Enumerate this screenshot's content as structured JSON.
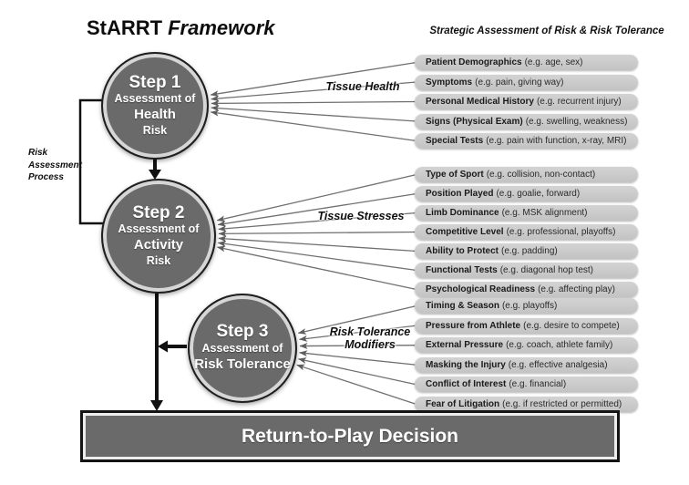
{
  "title": {
    "brand": "StARRT",
    "suffix": "Framework"
  },
  "subtitle": "Strategic Assessment of Risk & Risk Tolerance",
  "process_label": "Risk Assessment Process",
  "decision_label": "Return-to-Play Decision",
  "steps": [
    {
      "step": "Step 1",
      "line1": "Assessment of",
      "line2": "Health",
      "line3": "Risk"
    },
    {
      "step": "Step 2",
      "line1": "Assessment of",
      "line2": "Activity",
      "line3": "Risk"
    },
    {
      "step": "Step 3",
      "line1": "Assessment of",
      "line2": "Risk Tolerance",
      "line3": ""
    }
  ],
  "groups": [
    {
      "label": "Tissue Health",
      "items": [
        {
          "term": "Patient Demographics",
          "example": "(e.g. age, sex)"
        },
        {
          "term": "Symptoms",
          "example": "(e.g. pain, giving way)"
        },
        {
          "term": "Personal Medical History",
          "example": "(e.g. recurrent injury)"
        },
        {
          "term": "Signs (Physical Exam)",
          "example": "(e.g. swelling, weakness)"
        },
        {
          "term": "Special Tests",
          "example": "(e.g. pain with function, x-ray, MRI)"
        }
      ]
    },
    {
      "label": "Tissue Stresses",
      "items": [
        {
          "term": "Type of Sport",
          "example": "(e.g. collision, non-contact)"
        },
        {
          "term": "Position Played",
          "example": "(e.g. goalie, forward)"
        },
        {
          "term": "Limb Dominance",
          "example": "(e.g. MSK alignment)"
        },
        {
          "term": "Competitive Level",
          "example": "(e.g. professional, playoffs)"
        },
        {
          "term": "Ability to Protect",
          "example": "(e.g. padding)"
        },
        {
          "term": "Functional Tests",
          "example": "(e.g. diagonal hop test)"
        },
        {
          "term": "Psychological Readiness",
          "example": "(e.g. affecting play)"
        }
      ]
    },
    {
      "label": "Risk Tolerance Modifiers",
      "items": [
        {
          "term": "Timing & Season",
          "example": "(e.g. playoffs)"
        },
        {
          "term": "Pressure from Athlete",
          "example": "(e.g. desire to compete)"
        },
        {
          "term": "External Pressure",
          "example": "(e.g. coach, athlete family)"
        },
        {
          "term": "Masking the Injury",
          "example": "(e.g. effective analgesia)"
        },
        {
          "term": "Conflict of Interest",
          "example": "(e.g. financial)"
        },
        {
          "term": "Fear of Litigation",
          "example": "(e.g. if restricted or permitted)"
        }
      ]
    }
  ],
  "colors": {
    "circle_fill": "#6a6a6a",
    "circle_ring": "#d6d6d6",
    "bar_fill": "#c9c9c9",
    "decision_fill": "#6a6a6a",
    "connector": "#707070",
    "flow_arrow": "#111111"
  }
}
